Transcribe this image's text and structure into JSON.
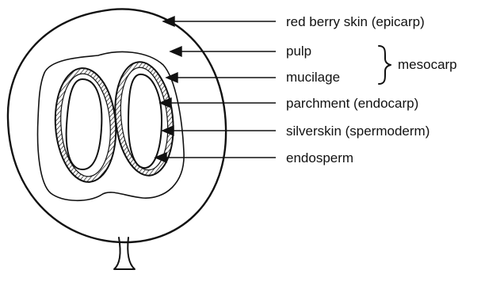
{
  "diagram": {
    "labels": {
      "epicarp": "red berry skin (epicarp)",
      "pulp": "pulp",
      "mucilage": "mucilage",
      "mesocarp": "mesocarp",
      "endocarp": "parchment (endocarp)",
      "spermoderm": "silverskin (spermoderm)",
      "endosperm": "endosperm"
    },
    "colors": {
      "ink": "#111111",
      "background": "#ffffff"
    }
  }
}
